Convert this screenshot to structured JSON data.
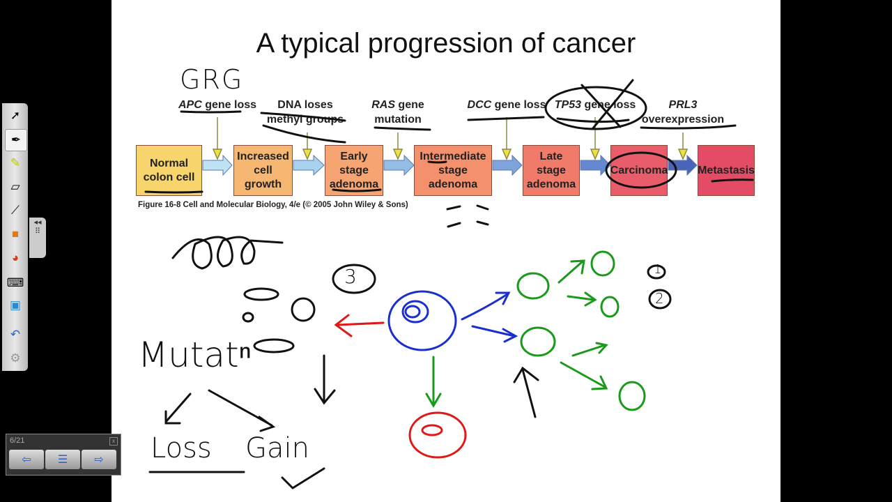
{
  "slide": {
    "title": "A typical progression of cancer",
    "stages": [
      {
        "label": "Normal colon cell",
        "color": "#f7d46c"
      },
      {
        "label": "Increased cell growth",
        "color": "#f6b773"
      },
      {
        "label": "Early stage adenoma",
        "color": "#f6a472"
      },
      {
        "label": "Intermediate stage adenoma",
        "color": "#f5906c"
      },
      {
        "label": "Late stage adenoma",
        "color": "#f07b6b"
      },
      {
        "label": "Carcinoma",
        "color": "#e95c6a"
      },
      {
        "label": "Metastasis",
        "color": "#e44c66"
      }
    ],
    "events": [
      {
        "italic": "APC",
        "text": " gene loss"
      },
      {
        "italic": "",
        "text": "DNA loses methyl groups"
      },
      {
        "italic": "RAS",
        "text": " gene mutation"
      },
      {
        "italic": "DCC",
        "text": " gene loss"
      },
      {
        "italic": "TP53",
        "text": " gene loss"
      },
      {
        "italic": "PRL3",
        "text": " overexpression"
      }
    ],
    "caption": "Figure 16-8  Cell and Molecular Biology, 4/e (© 2005 John Wiley & Sons)",
    "handwriting": {
      "top": "GRG",
      "mutation": "Mutatⁿ",
      "loss": "Loss",
      "gain": "Gain",
      "n3": "3",
      "n1": "1",
      "n2": "2"
    }
  },
  "toolbar": {
    "tools": [
      "select-icon",
      "pen-icon",
      "highlighter-icon",
      "eraser-icon",
      "line-icon",
      "shapes-icon",
      "magic-pen-icon",
      "keyboard-icon",
      "capture-icon",
      "undo-icon",
      "settings-icon"
    ],
    "selected": "pen-icon"
  },
  "pagenav": {
    "page": "6/21",
    "close": "x"
  },
  "colors": {
    "arrow": "#f0e040",
    "ink_blue": "#1a2fd0",
    "ink_green": "#1a9a1a",
    "ink_red": "#e01818"
  }
}
